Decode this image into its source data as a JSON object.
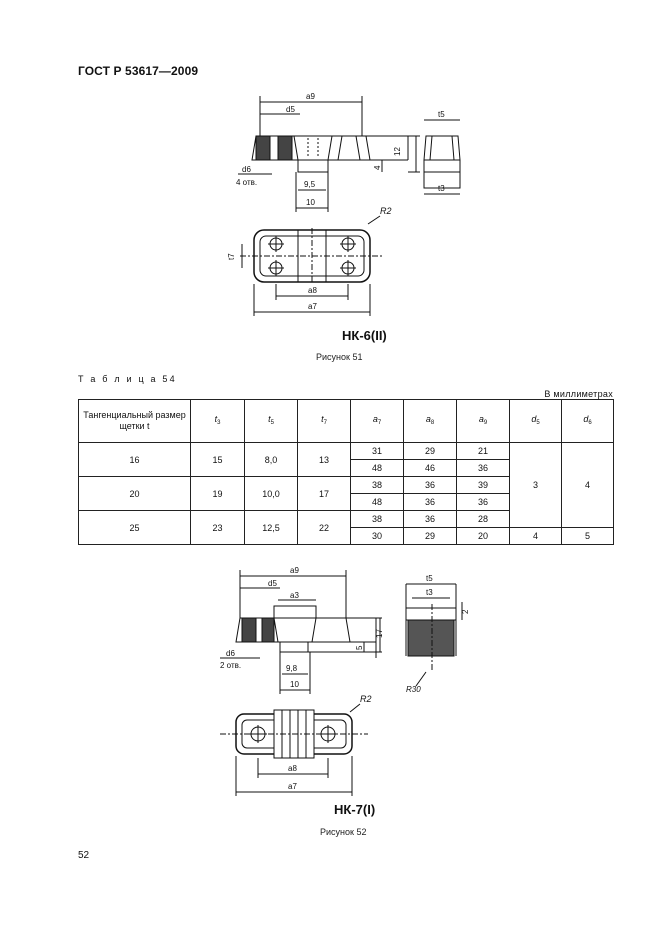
{
  "header": {
    "standard": "ГОСТ Р 53617—2009"
  },
  "figure51": {
    "caption": "Рисунок 51",
    "model_label": "НК-6(II)",
    "dims": {
      "a9": "a9",
      "d5": "d5",
      "d6": "d6",
      "holes": "4 отв.",
      "h12": "12",
      "h4": "4",
      "w95": "9,5",
      "w10": "10",
      "r2": "R2",
      "t5": "t5",
      "t3": "t3",
      "t7": "t7",
      "a8": "a8",
      "a7": "a7"
    }
  },
  "table": {
    "label": "Т а б л и ц а  54",
    "units": "В миллиметрах",
    "headers": [
      {
        "main": "Тангенциальный размер щетки t",
        "sub": ""
      },
      {
        "main": "t",
        "sub": "3"
      },
      {
        "main": "t",
        "sub": "5"
      },
      {
        "main": "t",
        "sub": "7"
      },
      {
        "main": "a",
        "sub": "7"
      },
      {
        "main": "a",
        "sub": "8"
      },
      {
        "main": "a",
        "sub": "9"
      },
      {
        "main": "d",
        "sub": "5"
      },
      {
        "main": "d",
        "sub": "6"
      }
    ],
    "groups": [
      {
        "t": "16",
        "t3": "15",
        "t5": "8,0",
        "t7": "13",
        "rows": [
          [
            "31",
            "29",
            "21"
          ],
          [
            "48",
            "46",
            "36"
          ]
        ]
      },
      {
        "t": "20",
        "t3": "19",
        "t5": "10,0",
        "t7": "17",
        "rows": [
          [
            "38",
            "36",
            "39"
          ],
          [
            "48",
            "36",
            "36"
          ]
        ]
      },
      {
        "t": "25",
        "t3": "23",
        "t5": "12,5",
        "t7": "22",
        "rows": [
          [
            "38",
            "36",
            "28"
          ],
          [
            "30",
            "29",
            "20"
          ]
        ]
      }
    ],
    "d_merged": {
      "d5": "3",
      "d6": "4"
    },
    "d_last": {
      "d5": "4",
      "d6": "5"
    }
  },
  "figure52": {
    "caption": "Рисунок 52",
    "model_label": "НК-7(I)",
    "dims": {
      "a9": "a9",
      "d5": "d5",
      "a3": "a3",
      "d6": "d6",
      "holes": "2 отв.",
      "h17": "17",
      "h5": "5",
      "w98": "9,8",
      "w10": "10",
      "t5": "t5",
      "t3": "t3",
      "two": "2",
      "r30": "R30",
      "r2": "R2",
      "a8": "a8",
      "a7": "a7"
    }
  },
  "footer": {
    "page_number": "52"
  }
}
